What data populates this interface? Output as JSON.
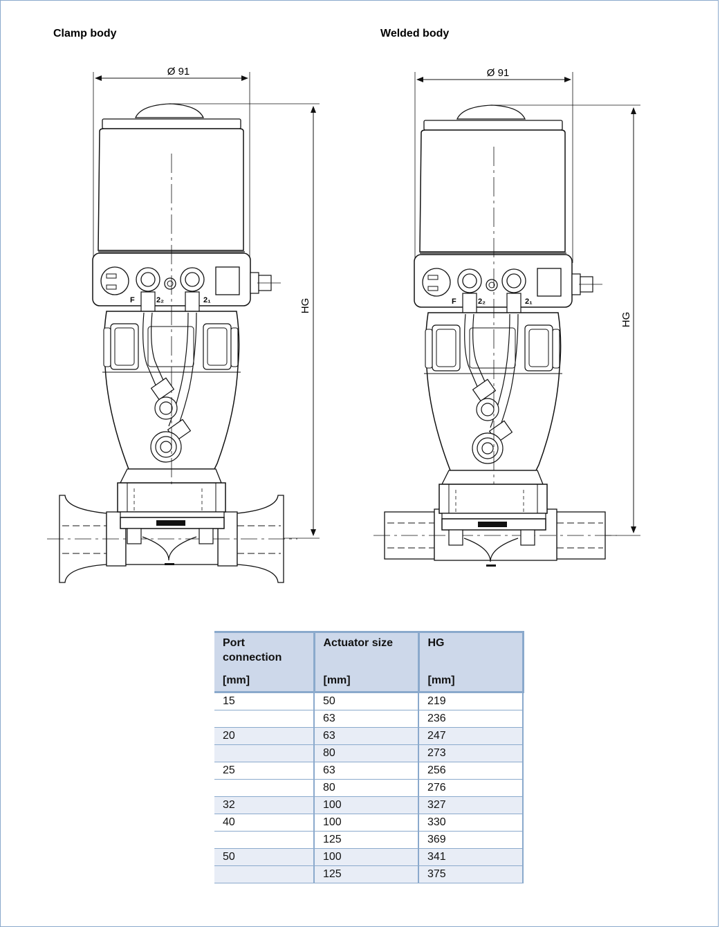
{
  "headings": {
    "clamp": "Clamp body",
    "welded": "Welded body"
  },
  "drawing": {
    "clamp": {
      "diameter_label": "Ø 91",
      "height_label": "HG",
      "port_labels": [
        "F",
        "2₂",
        "2₁"
      ]
    },
    "welded": {
      "diameter_label": "Ø 91",
      "height_label": "HG",
      "port_labels": [
        "F",
        "2₂",
        "2₁"
      ]
    }
  },
  "table": {
    "headers": [
      {
        "title": "Port connection",
        "unit": "[mm]"
      },
      {
        "title": "Actuator size",
        "unit": "[mm]"
      },
      {
        "title": "HG",
        "unit": "[mm]"
      }
    ],
    "rows": [
      {
        "port": "15",
        "actuator": "50",
        "hg": "219"
      },
      {
        "port": "",
        "actuator": "63",
        "hg": "236"
      },
      {
        "port": "20",
        "actuator": "63",
        "hg": "247"
      },
      {
        "port": "",
        "actuator": "80",
        "hg": "273"
      },
      {
        "port": "25",
        "actuator": "63",
        "hg": "256"
      },
      {
        "port": "",
        "actuator": "80",
        "hg": "276"
      },
      {
        "port": "32",
        "actuator": "100",
        "hg": "327"
      },
      {
        "port": "40",
        "actuator": "100",
        "hg": "330"
      },
      {
        "port": "",
        "actuator": "125",
        "hg": "369"
      },
      {
        "port": "50",
        "actuator": "100",
        "hg": "341"
      },
      {
        "port": "",
        "actuator": "125",
        "hg": "375"
      }
    ]
  },
  "colors": {
    "table_header": "#cdd8ea",
    "table_border": "#8aa9cc",
    "row_shade": "#e8edf6"
  }
}
